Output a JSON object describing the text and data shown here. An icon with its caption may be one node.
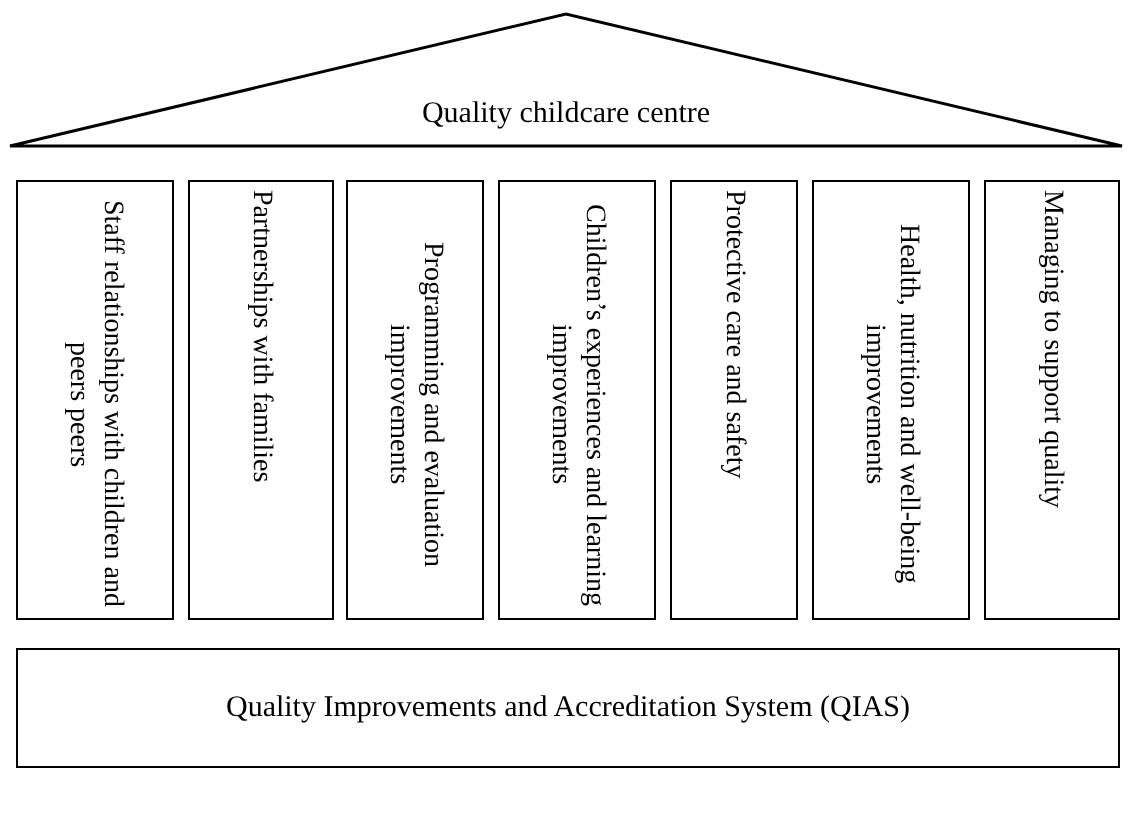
{
  "diagram": {
    "nodes": [
      {
        "text": [
          "Quality childcare centre"
        ]
      },
      {
        "text": [
          "Staff relationships with children and peers peers"
        ]
      },
      {
        "text": [
          "Partnerships with families"
        ]
      },
      {
        "text": [
          "Programming and evaluation improvements"
        ]
      },
      {
        "text": [
          "Children’s experiences and learning improvements"
        ]
      },
      {
        "text": [
          "Protective care and safety"
        ]
      },
      {
        "text": [
          "Health, nutrition and well-being improvements"
        ]
      },
      {
        "text": [
          "Managing to support quality"
        ]
      },
      {
        "text": [
          "Quality Improvements and Accreditation System (QIAS)"
        ]
      }
    ]
  }
}
